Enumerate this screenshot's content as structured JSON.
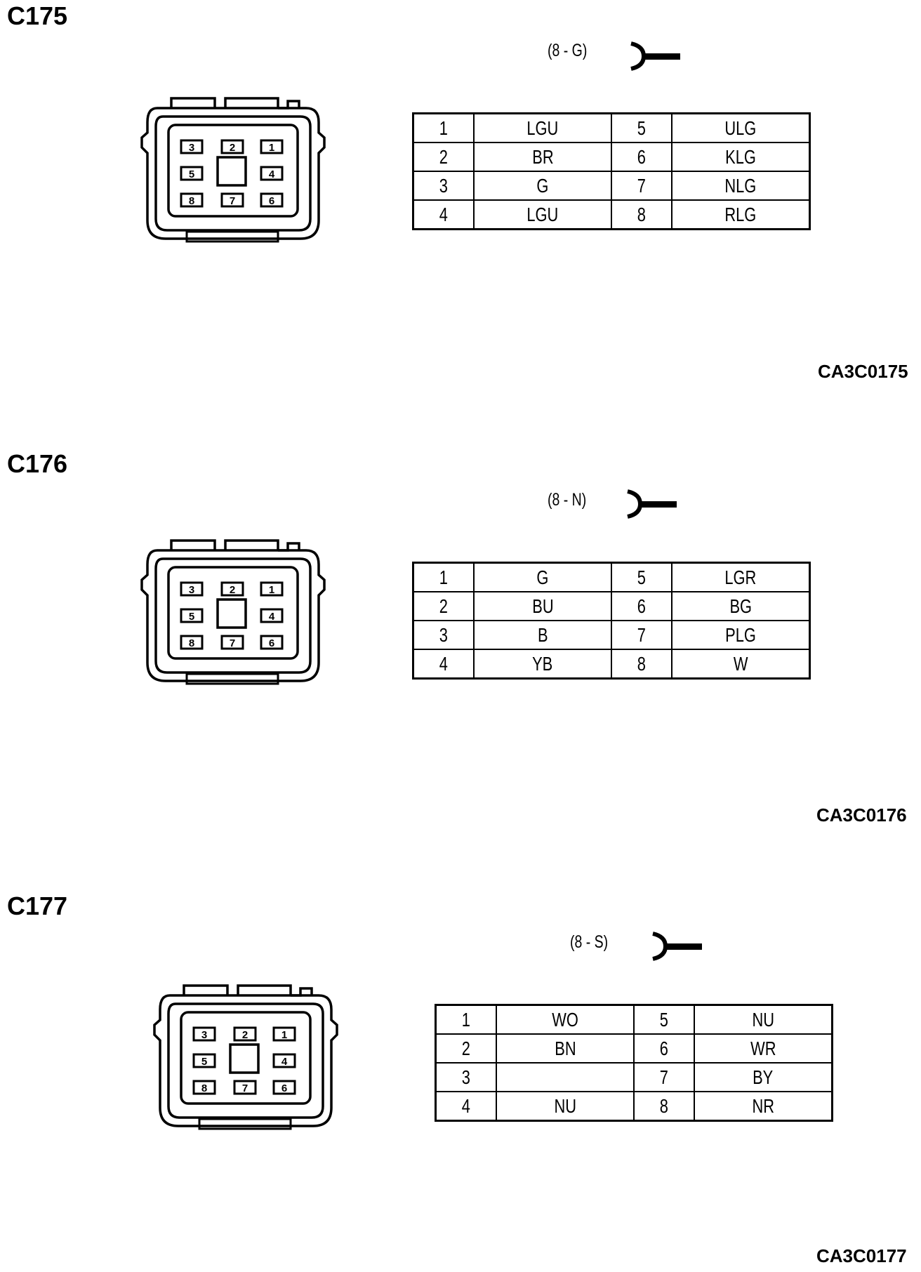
{
  "connectors": [
    {
      "id": "C175",
      "code": "(8 - G)",
      "ref": "CA3C0175",
      "cavities": [
        "3",
        "2",
        "1",
        "5",
        "4",
        "8",
        "7",
        "6"
      ],
      "rows": [
        {
          "pin_a": "1",
          "color_a": "LGU",
          "pin_b": "5",
          "color_b": "ULG"
        },
        {
          "pin_a": "2",
          "color_a": "BR",
          "pin_b": "6",
          "color_b": "KLG"
        },
        {
          "pin_a": "3",
          "color_a": "G",
          "pin_b": "7",
          "color_b": "NLG"
        },
        {
          "pin_a": "4",
          "color_a": "LGU",
          "pin_b": "8",
          "color_b": "RLG"
        }
      ]
    },
    {
      "id": "C176",
      "code": "(8 - N)",
      "ref": "CA3C0176",
      "cavities": [
        "3",
        "2",
        "1",
        "5",
        "4",
        "8",
        "7",
        "6"
      ],
      "rows": [
        {
          "pin_a": "1",
          "color_a": "G",
          "pin_b": "5",
          "color_b": "LGR"
        },
        {
          "pin_a": "2",
          "color_a": "BU",
          "pin_b": "6",
          "color_b": "BG"
        },
        {
          "pin_a": "3",
          "color_a": "B",
          "pin_b": "7",
          "color_b": "PLG"
        },
        {
          "pin_a": "4",
          "color_a": "YB",
          "pin_b": "8",
          "color_b": "W"
        }
      ]
    },
    {
      "id": "C177",
      "code": "(8 - S)",
      "ref": "CA3C0177",
      "cavities": [
        "3",
        "2",
        "1",
        "5",
        "4",
        "8",
        "7",
        "6"
      ],
      "rows": [
        {
          "pin_a": "1",
          "color_a": "WO",
          "pin_b": "5",
          "color_b": "NU"
        },
        {
          "pin_a": "2",
          "color_a": "BN",
          "pin_b": "6",
          "color_b": "WR"
        },
        {
          "pin_a": "3",
          "color_a": "",
          "pin_b": "7",
          "color_b": "BY"
        },
        {
          "pin_a": "4",
          "color_a": "NU",
          "pin_b": "8",
          "color_b": "NR"
        }
      ]
    }
  ]
}
